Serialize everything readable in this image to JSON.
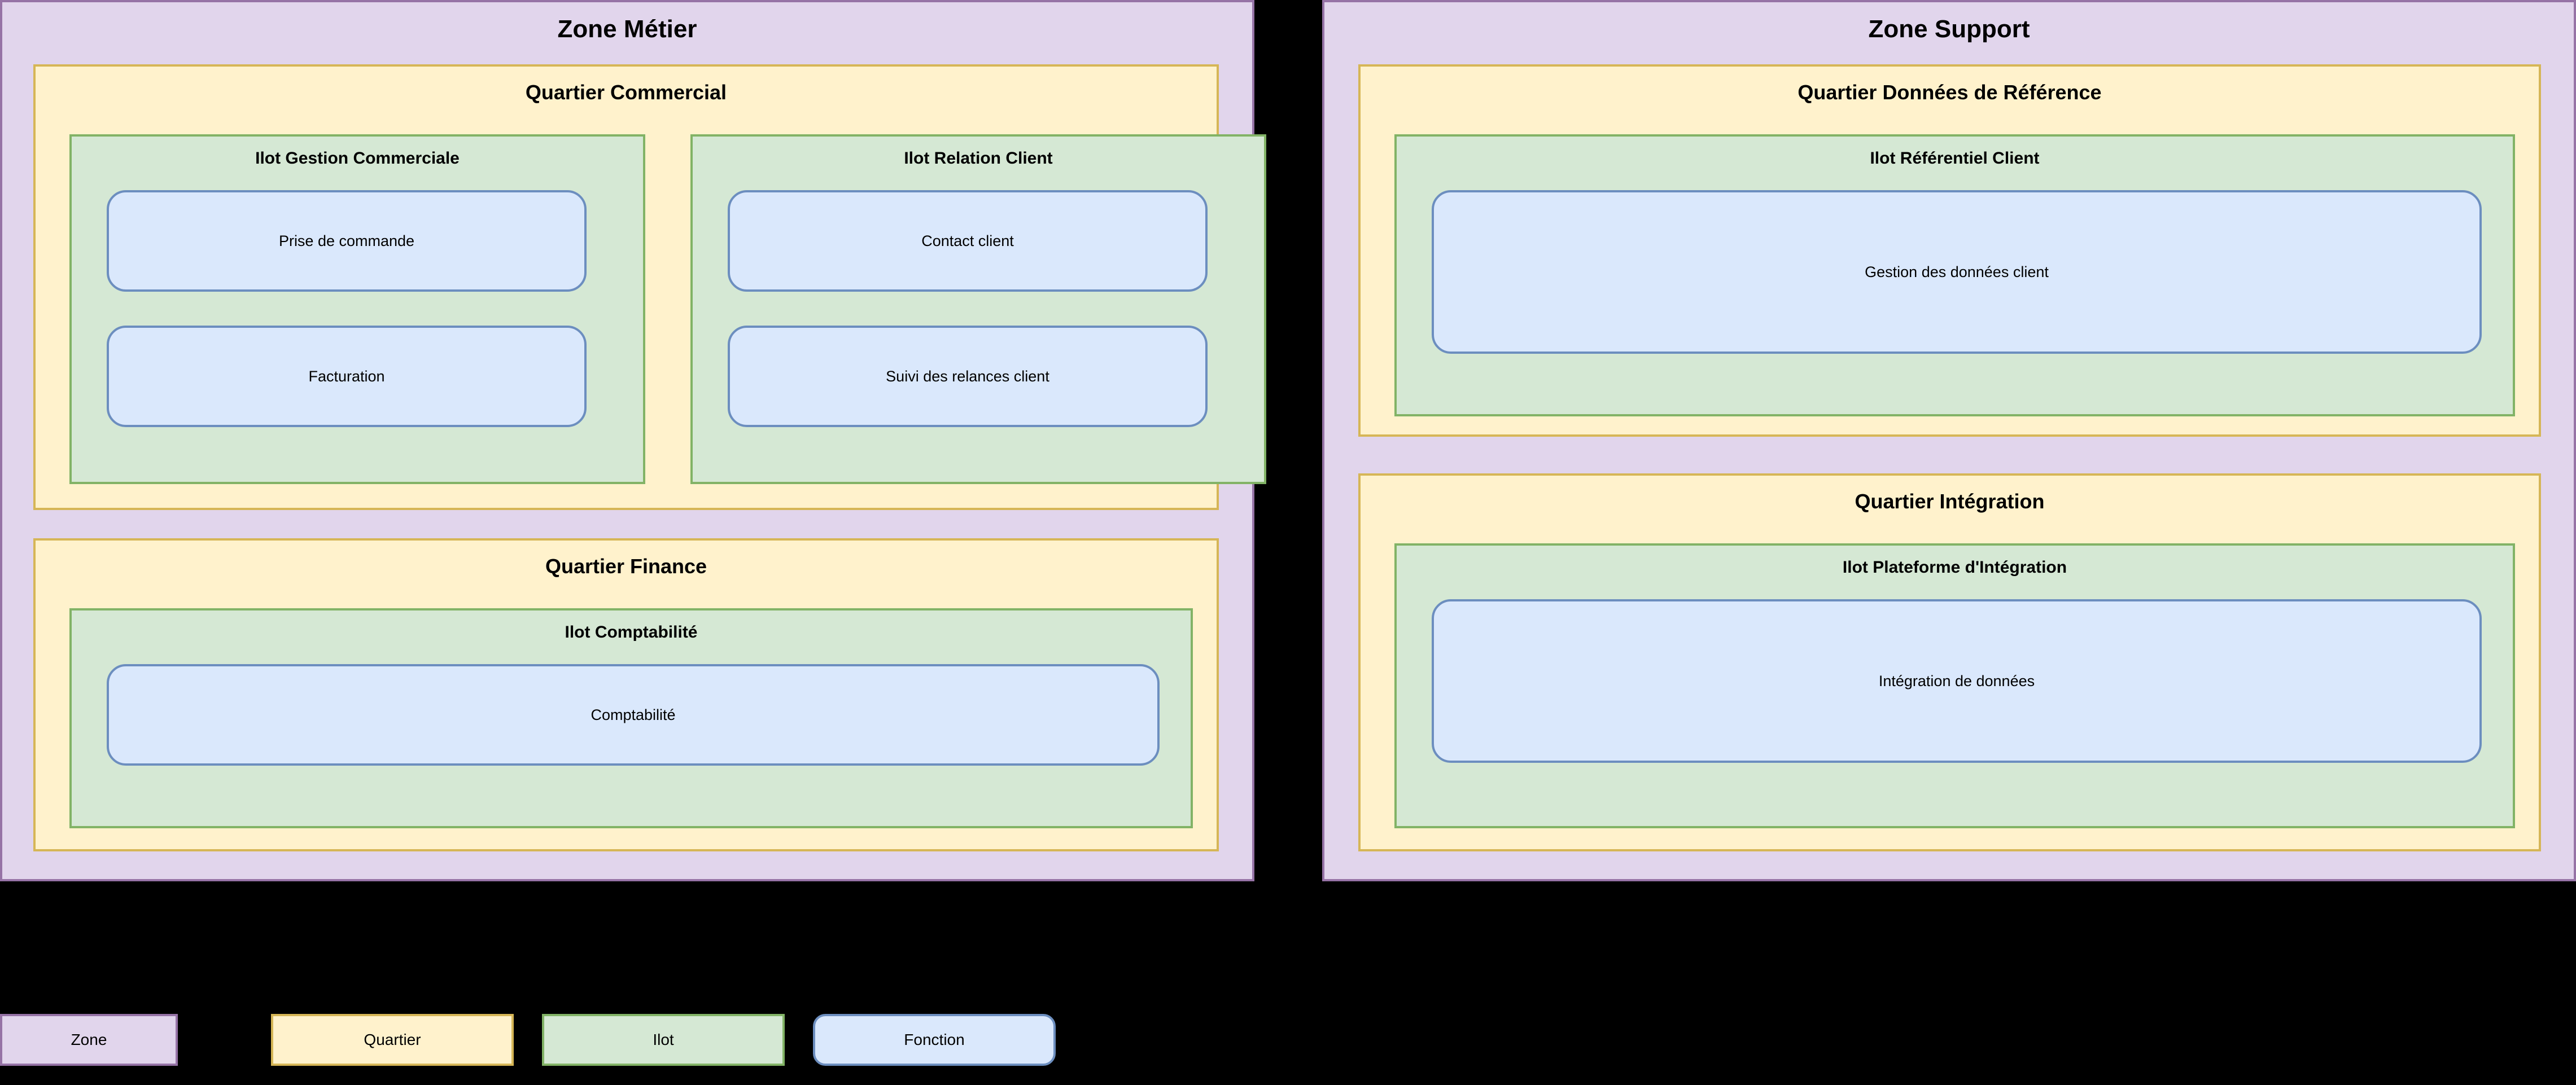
{
  "diagram": {
    "background_color": "#000000",
    "palette": {
      "zone_fill": "#e1d5ec",
      "zone_stroke": "#9673a6",
      "quartier_fill": "#fff2cc",
      "quartier_stroke": "#d6b656",
      "ilot_fill": "#d5e8d4",
      "ilot_stroke": "#82b366",
      "fonction_fill": "#dae8fc",
      "fonction_stroke": "#6c8ebf"
    },
    "zones": [
      {
        "title": "Zone Métier",
        "quartiers": [
          {
            "title": "Quartier Commercial",
            "ilots": [
              {
                "title": "Ilot Gestion Commerciale",
                "fonctions": [
                  {
                    "label": "Prise de commande"
                  },
                  {
                    "label": "Facturation"
                  }
                ]
              },
              {
                "title": "Ilot Relation Client",
                "fonctions": [
                  {
                    "label": "Contact client"
                  },
                  {
                    "label": "Suivi des relances client"
                  }
                ]
              }
            ]
          },
          {
            "title": "Quartier Finance",
            "ilots": [
              {
                "title": "Ilot Comptabilité",
                "fonctions": [
                  {
                    "label": "Comptabilité"
                  }
                ]
              }
            ]
          }
        ]
      },
      {
        "title": "Zone Support",
        "quartiers": [
          {
            "title": "Quartier Données de Référence",
            "ilots": [
              {
                "title": "Ilot Référentiel Client",
                "fonctions": [
                  {
                    "label": "Gestion des données client"
                  }
                ]
              }
            ]
          },
          {
            "title": "Quartier Intégration",
            "ilots": [
              {
                "title": "Ilot Plateforme d'Intégration",
                "fonctions": [
                  {
                    "label": "Intégration de données"
                  }
                ]
              }
            ]
          }
        ]
      }
    ]
  },
  "legend": {
    "items": [
      {
        "label": "Zone"
      },
      {
        "label": "Quartier"
      },
      {
        "label": "Ilot"
      },
      {
        "label": "Fonction"
      }
    ]
  }
}
